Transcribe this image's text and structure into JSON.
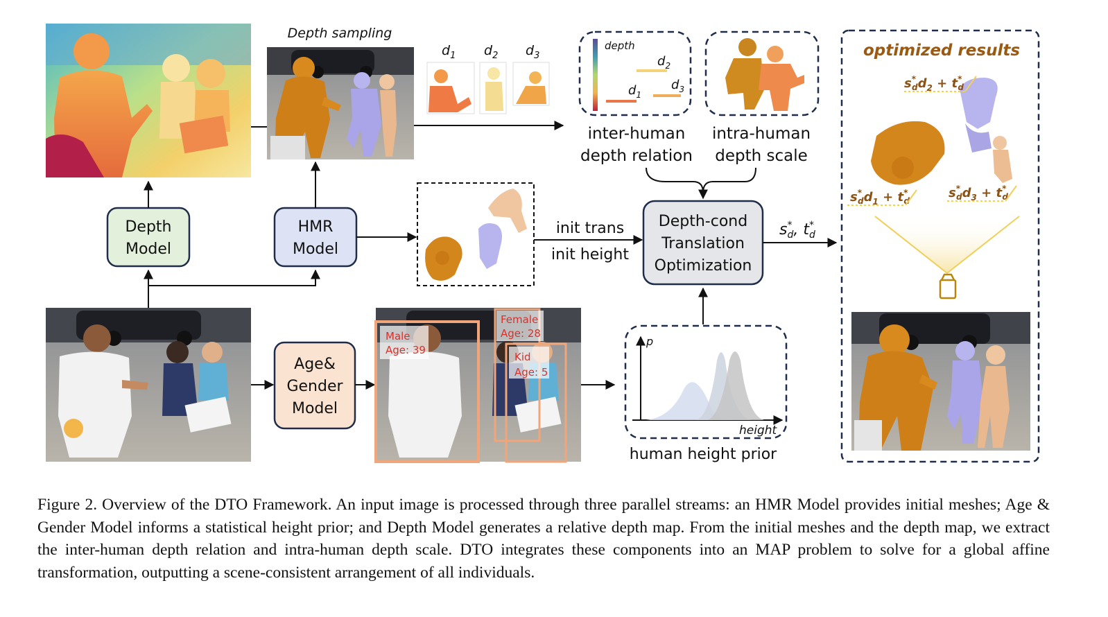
{
  "diagram": {
    "depth_sampling_title": "Depth sampling",
    "d1": "d",
    "d1_sub": "1",
    "d2": "d",
    "d2_sub": "2",
    "d3": "d",
    "d3_sub": "3",
    "depth_legend_label": "depth",
    "inter_label_1": "inter-human",
    "inter_label_2": "depth relation",
    "intra_label_1": "intra-human",
    "intra_label_2": "depth scale",
    "optimized_results": "optimized results",
    "eq_top": "s*d d2 + t*d",
    "eq_left": "s*d d1 + t*d",
    "eq_right": "s*d d3 + t*d",
    "depth_model_1": "Depth",
    "depth_model_2": "Model",
    "hmr_model_1": "HMR",
    "hmr_model_2": "Model",
    "init_trans": "init trans",
    "init_height": "init height",
    "dcto_1": "Depth-cond",
    "dcto_2": "Translation",
    "dcto_3": "Optimization",
    "sd_td": "s*d, t*d",
    "age_gender_1": "Age&",
    "age_gender_2": "Gender",
    "age_gender_3": "Model",
    "male_label": "Male",
    "male_age": "Age: 39",
    "female_label": "Female",
    "female_age": "Age: 28",
    "kid_label": "Kid",
    "kid_age": "Age: 5",
    "axis_p": "p",
    "axis_height": "height",
    "height_prior_label": "human height prior"
  },
  "caption": "Figure 2. Overview of the DTO Framework. An input image is processed through three parallel streams: an HMR Model provides initial meshes; Age & Gender Model informs a statistical height prior; and Depth Model generates a relative depth map. From the initial meshes and the depth map, we extract the inter-human depth relation and intra-human depth scale. DTO integrates these components into an MAP problem to solve for a global affine transformation, outputting a scene-consistent arrangement of all individuals.",
  "colors": {
    "mesh_orange": "#d98a1e",
    "mesh_lavender": "#b8b4ee",
    "mesh_skin": "#efc6a0",
    "depth_model_fill": "#e3f0dc",
    "hmr_model_fill": "#dde3f5",
    "age_gender_fill": "#fbe3d2",
    "dcto_fill": "#e4e6ea",
    "box_stroke": "#1f2d4a",
    "optimized_title": "#9a5a12",
    "bbox_orange": "#f0a67a",
    "label_red": "#d8322a"
  }
}
